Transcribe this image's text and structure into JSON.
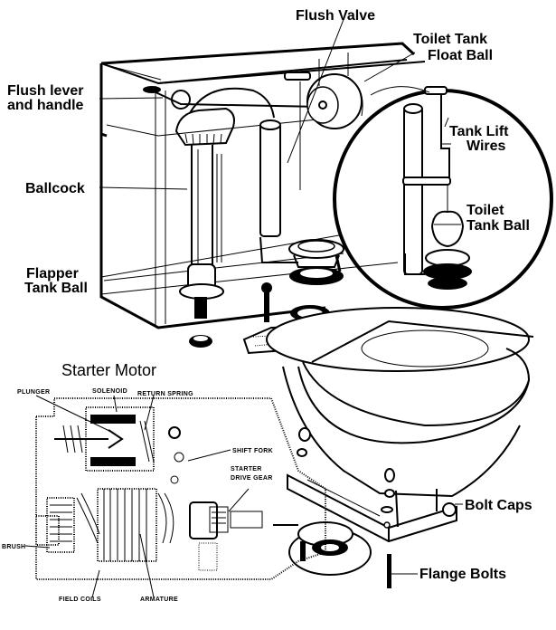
{
  "diagram": {
    "colors": {
      "ink": "#000000",
      "paper": "#ffffff"
    },
    "toilet_labels": {
      "flush_valve": "Flush Valve",
      "float_ball_line1": "Toilet Tank",
      "float_ball_line2": "Float Ball",
      "flush_lever_line1": "Flush lever",
      "flush_lever_line2": "and handle",
      "tank_lift_line1": "Tank Lift",
      "tank_lift_line2": "Wires",
      "ballcock": "Ballcock",
      "tank_ball_line1": "Toilet",
      "tank_ball_line2": "Tank Ball",
      "flapper_line1": "Flapper",
      "flapper_line2": "Tank Ball",
      "bolt_caps": "Bolt Caps",
      "flange_bolts": "Flange Bolts"
    },
    "starter_motor": {
      "title": "Starter Motor",
      "labels": {
        "plunger": "PLUNGER",
        "solenoid": "SOLENOID",
        "return_spring": "RETURN SPRING",
        "shift_fork": "SHIFT FORK",
        "drive_gear_line1": "STARTER",
        "drive_gear_line2": "DRIVE GEAR",
        "brush": "BRUSH",
        "field_coils": "FIELD COILS",
        "armature": "ARMATURE"
      }
    }
  }
}
